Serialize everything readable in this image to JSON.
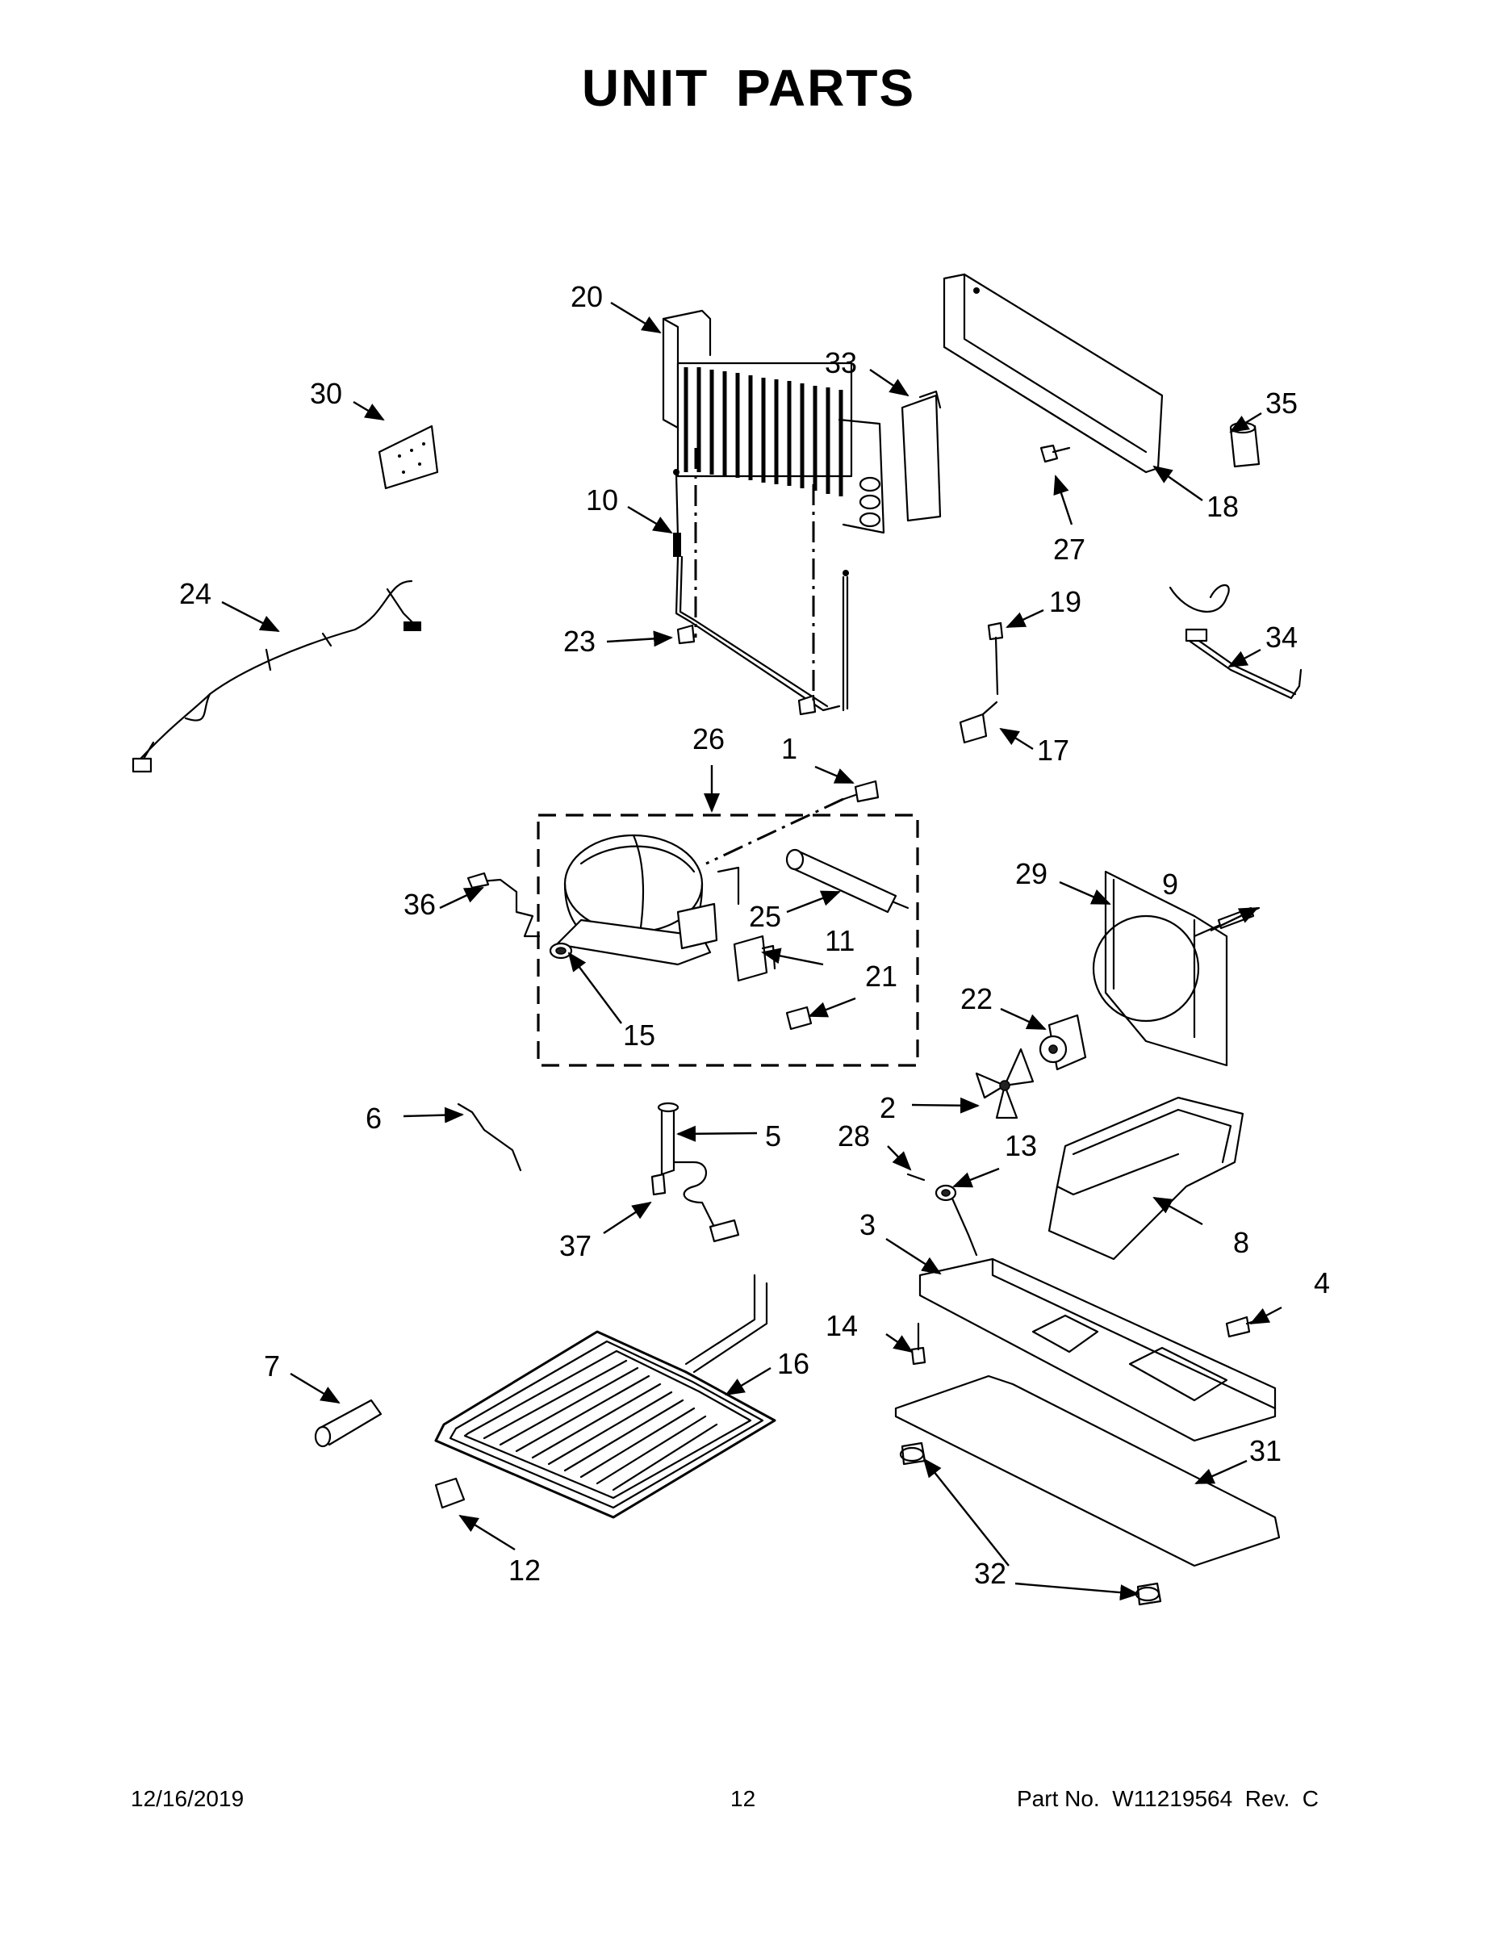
{
  "page": {
    "title": "UNIT PARTS",
    "footer": {
      "date": "12/16/2019",
      "page_number": "12",
      "part_number": "Part No.  W11219564  Rev.  C"
    }
  },
  "callouts": {
    "c1": "1",
    "c2": "2",
    "c3": "3",
    "c4": "4",
    "c5": "5",
    "c6": "6",
    "c7": "7",
    "c8": "8",
    "c9": "9",
    "c10": "10",
    "c11": "11",
    "c12": "12",
    "c13": "13",
    "c14": "14",
    "c15": "15",
    "c16": "16",
    "c17": "17",
    "c18": "18",
    "c19": "19",
    "c20": "20",
    "c21": "21",
    "c22": "22",
    "c23": "23",
    "c24": "24",
    "c25": "25",
    "c26": "26",
    "c27": "27",
    "c28": "28",
    "c29": "29",
    "c30": "30",
    "c31": "31",
    "c32": "32",
    "c33": "33",
    "c34": "34",
    "c35": "35",
    "c36": "36",
    "c37": "37"
  }
}
